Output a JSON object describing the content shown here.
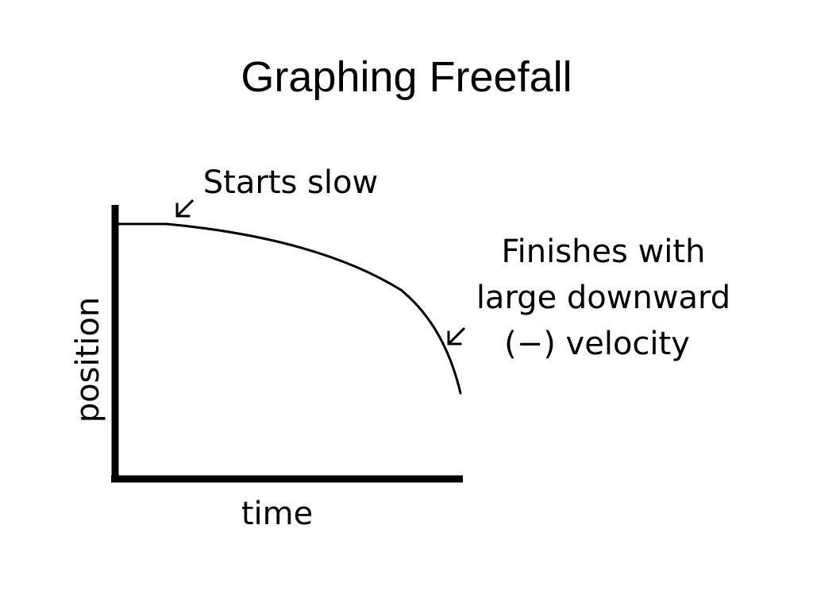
{
  "slide": {
    "title": "Graphing Freefall"
  },
  "chart_data": {
    "type": "line",
    "title": "",
    "xlabel": "time",
    "ylabel": "position",
    "grid": false,
    "legend": "none",
    "axis_ticks": "none",
    "series": [
      {
        "shape": "concave-down curve: starts flat (slow), ends steeply downward",
        "values": []
      }
    ],
    "annotations": [
      {
        "id": "start",
        "lines": [
          "Starts slow"
        ]
      },
      {
        "id": "end",
        "lines": [
          "Finishes with",
          "large downward",
          "(−) velocity"
        ]
      }
    ],
    "colors": {
      "line": "#000000",
      "axis": "#000000",
      "background": "#ffffff"
    }
  }
}
